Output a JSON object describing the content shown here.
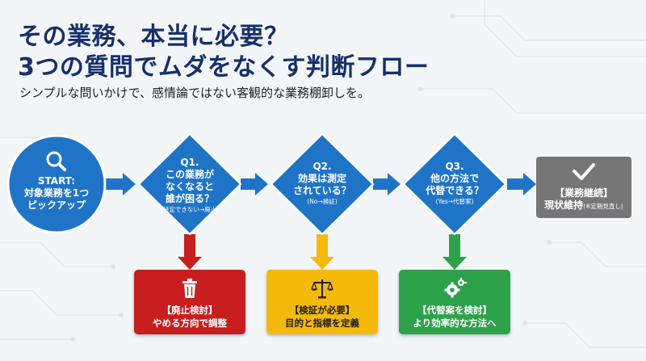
{
  "title_line1": "その業務、本当に必要？",
  "title_line2": "3つの質問でムダをなくす判断フロー",
  "subtitle": "シンプルな問いかけで、感情論ではない客観的な業務棚卸しを。",
  "start": {
    "line1": "START:",
    "line2": "対象業務を1つ",
    "line3": "ピックアップ",
    "icon": "search-icon"
  },
  "questions": [
    {
      "num": "Q1.",
      "line1": "この業務が",
      "line2": "なくなると",
      "line3": "誰が困る？",
      "note": "(特定できない→廃止)"
    },
    {
      "num": "Q2.",
      "line1": "効果は測定",
      "line2": "されている？",
      "line3": "",
      "note": "(No→検証)"
    },
    {
      "num": "Q3.",
      "line1": "他の方法で",
      "line2": "代替できる？",
      "line3": "",
      "note": "(Yes→代替案)"
    }
  ],
  "end": {
    "title": "【業務継続】",
    "body": "現状維持",
    "note": "(※定期見直し)",
    "icon": "check-icon"
  },
  "outcomes": [
    {
      "title": "【廃止検討】",
      "body": "やめる方向で調整",
      "icon": "trash-icon"
    },
    {
      "title": "【検証が必要】",
      "body": "目的と指標を定義",
      "icon": "scale-icon"
    },
    {
      "title": "【代替案を検討】",
      "body": "より効率的な方法へ",
      "icon": "gears-icon"
    }
  ],
  "colors": {
    "title": "#17306b",
    "flow_blue": "#1f74c7",
    "end_gray": "#767676",
    "red": "#c81e1e",
    "yellow": "#f5b90a",
    "green": "#2ea24a"
  }
}
